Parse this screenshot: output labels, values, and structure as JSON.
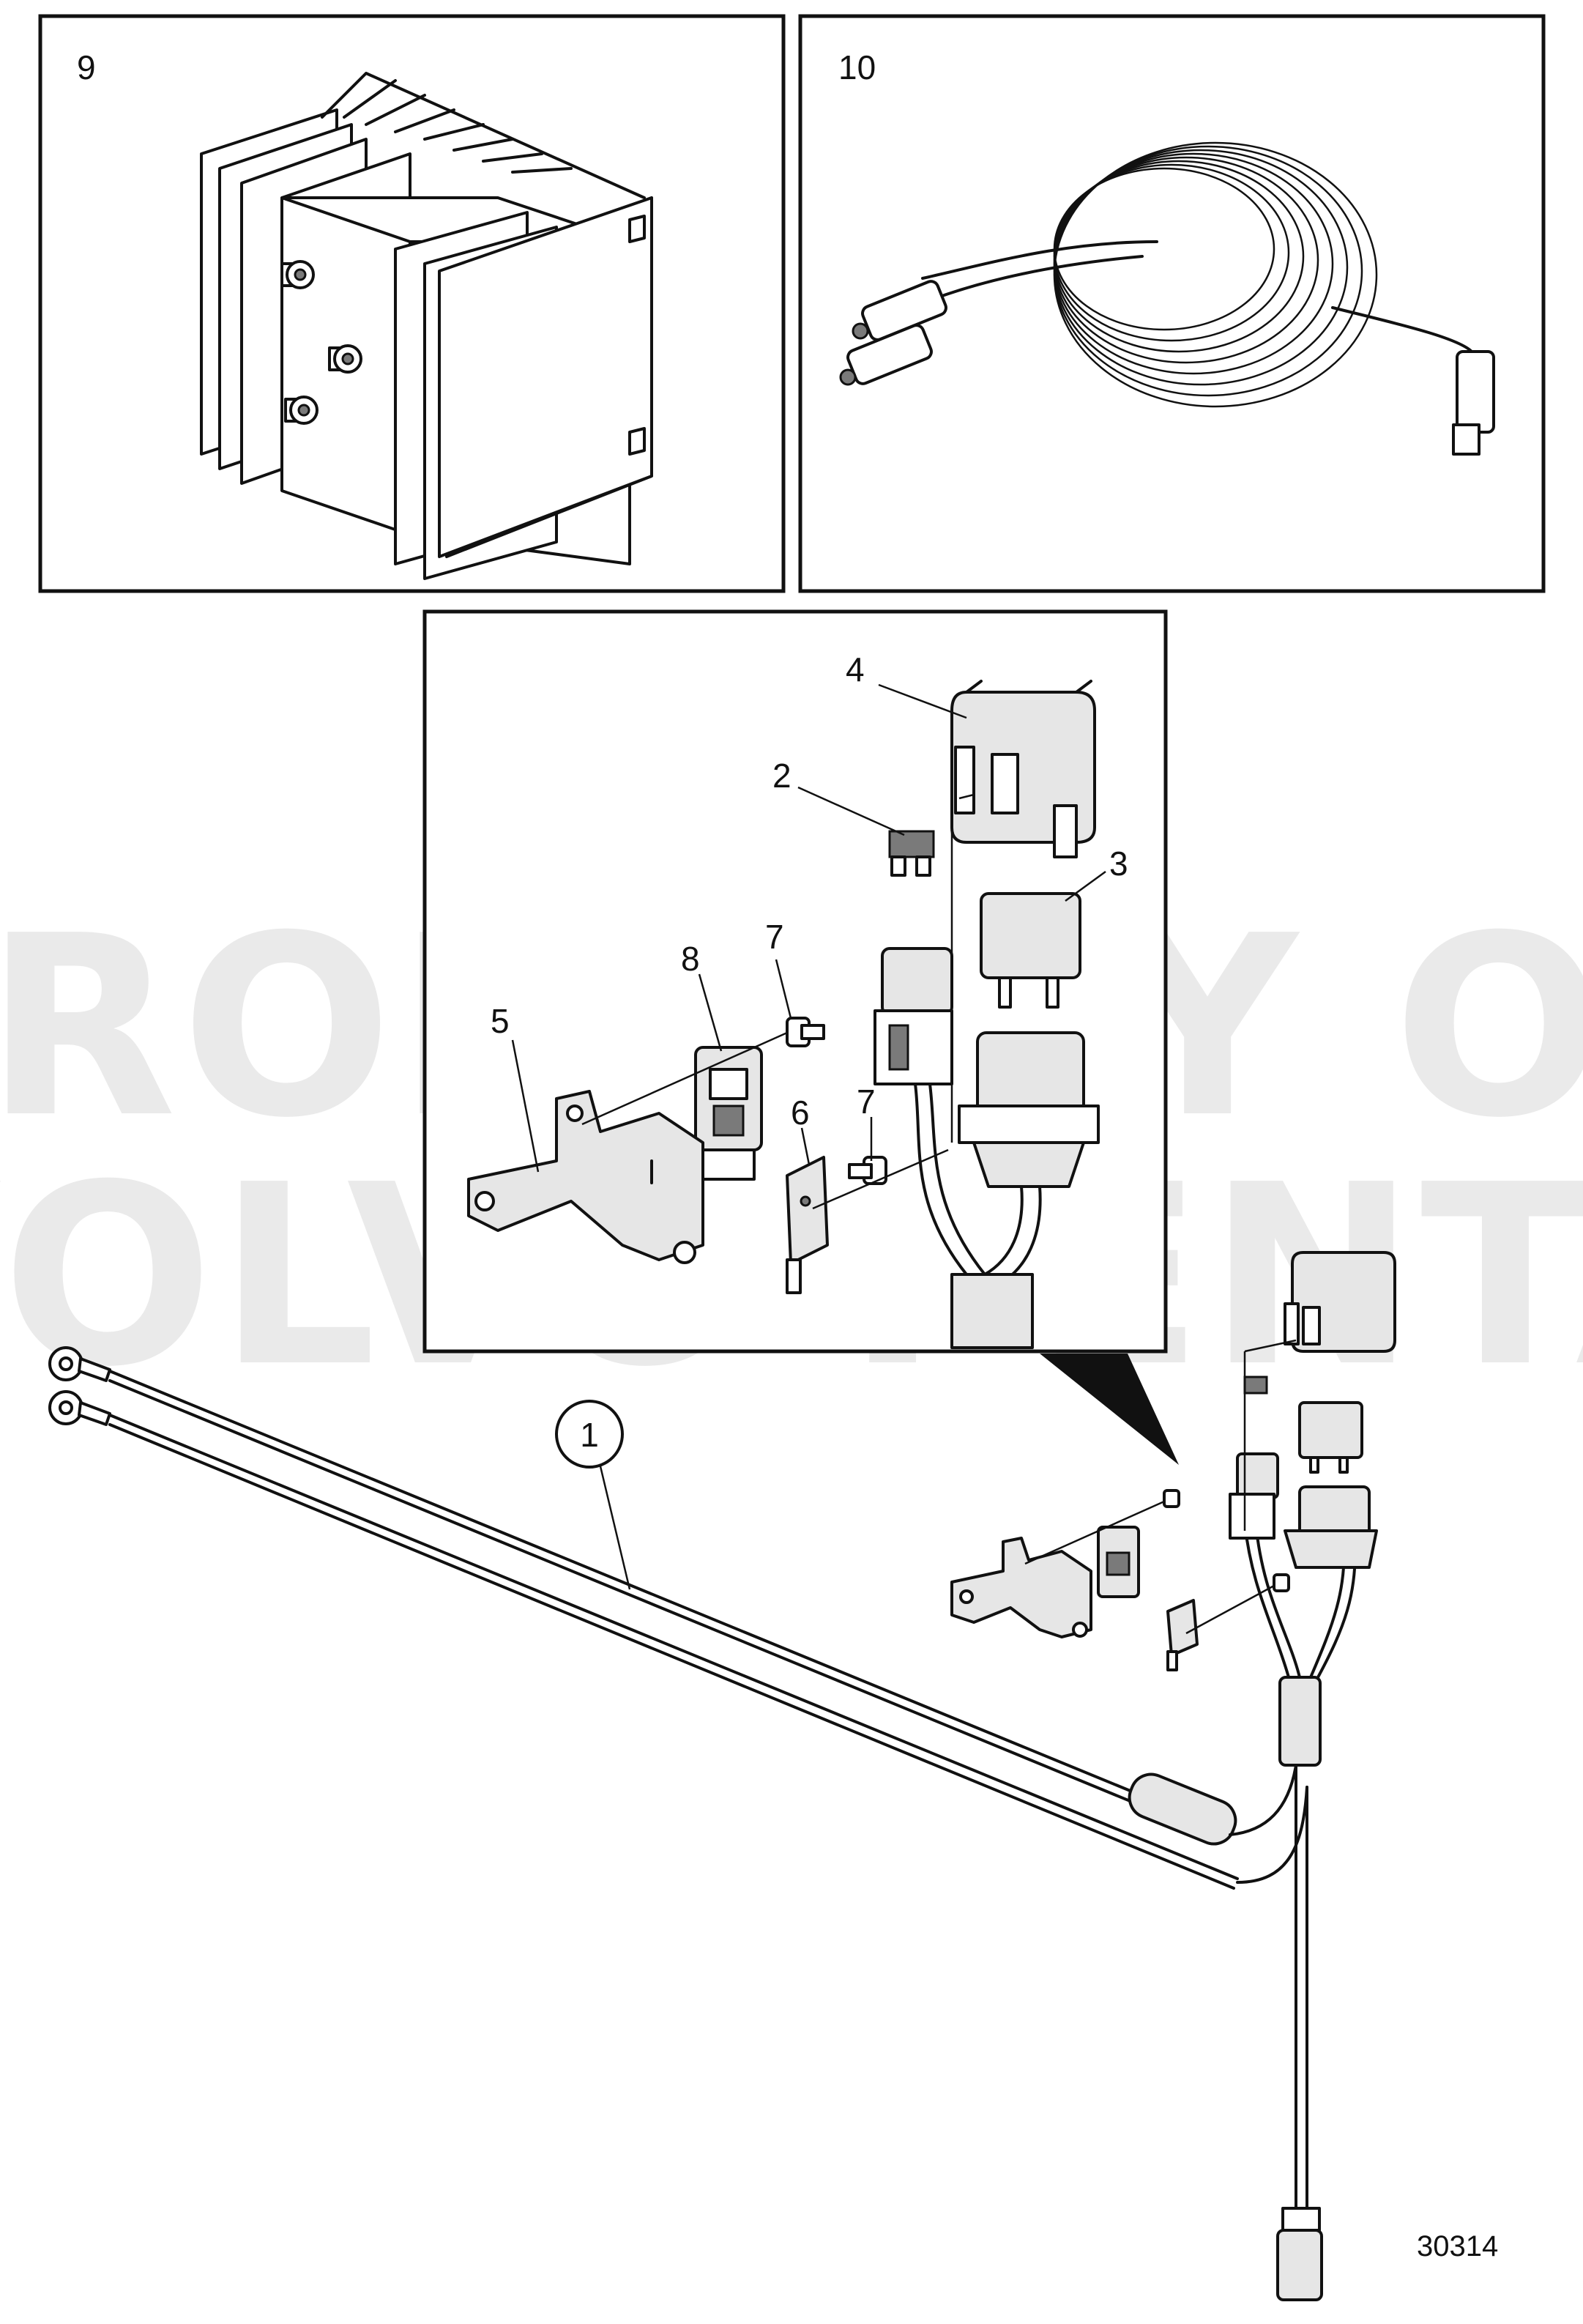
{
  "panels": [
    {
      "id": "panel-9",
      "label": "9"
    },
    {
      "id": "panel-10",
      "label": "10"
    }
  ],
  "callouts": [
    "1",
    "2",
    "3",
    "4",
    "5",
    "6",
    "7",
    "7",
    "8"
  ],
  "watermark": {
    "line1": "PROPERTY OF",
    "line2": "VOLVO PENTA"
  },
  "diagram_id": "30314"
}
